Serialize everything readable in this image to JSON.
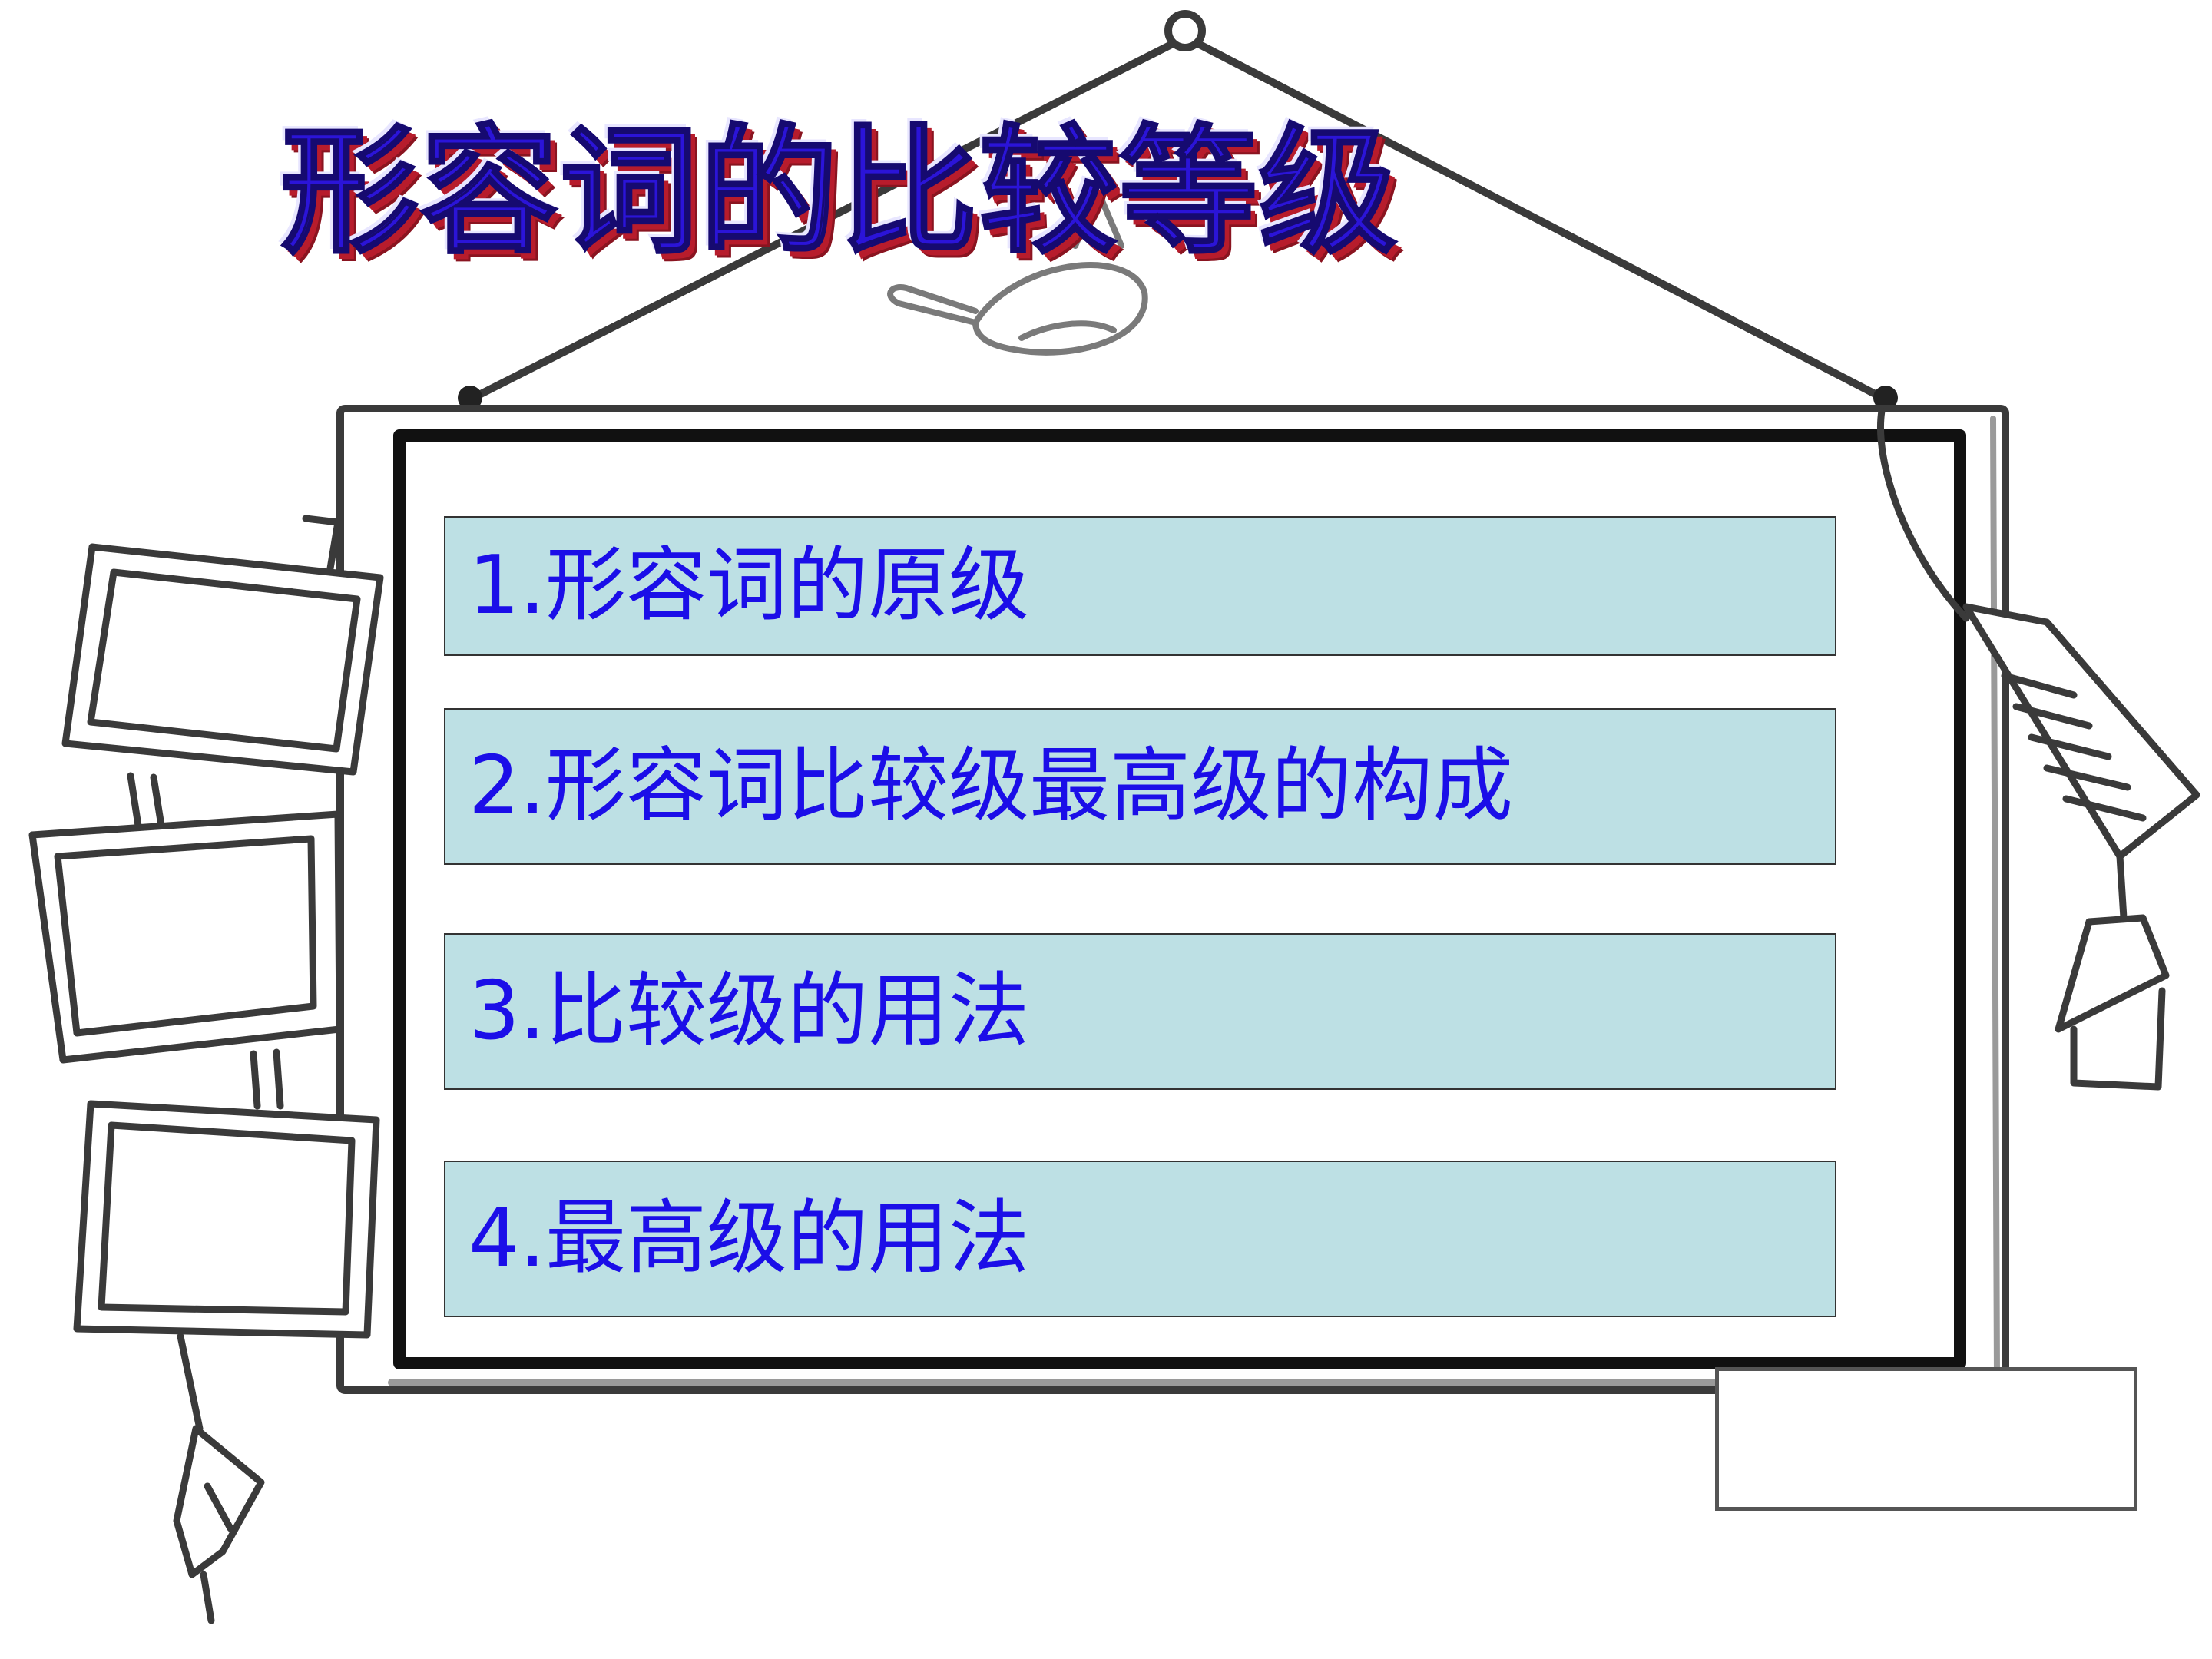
{
  "slide": {
    "title": "形容词的比较等级",
    "menu": [
      {
        "label": "1.形容词的原级"
      },
      {
        "label": "2.形容词比较级最高级的构成"
      },
      {
        "label": "3.比较级的用法"
      },
      {
        "label": "4.最高级的用法"
      }
    ]
  },
  "colors": {
    "title_fill": "#2b14d8",
    "title_shadow": "#b71c2c",
    "menu_background": "#bde0e4",
    "menu_text": "#1b0ee8"
  },
  "icons": [
    "hanging-board-illustration",
    "photo-frame-icon",
    "tag-icon",
    "bird-sketch"
  ]
}
